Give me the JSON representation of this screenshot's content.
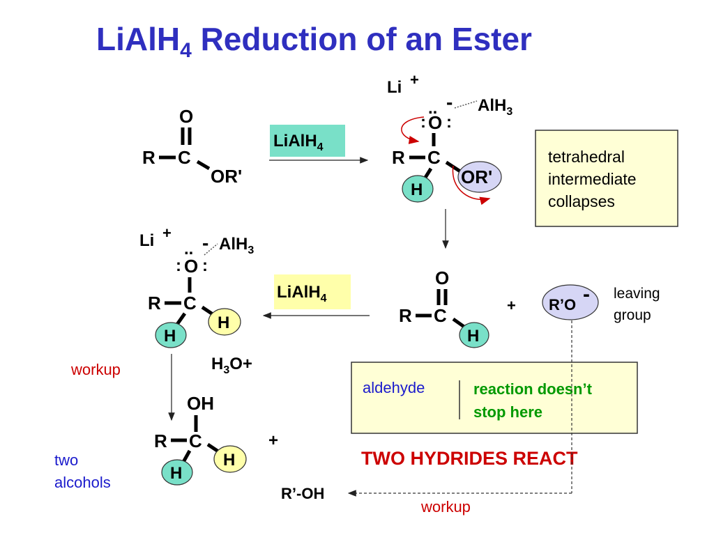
{
  "title": {
    "main": "LiAlH",
    "sub": "4",
    "rest": " Reduction of an Ester"
  },
  "reagent": {
    "main": "LiAlH",
    "sub": "4"
  },
  "atoms": {
    "R": "R",
    "C": "C",
    "O": "O",
    "OR": "OR'",
    "H": "H",
    "OH": "OH",
    "lone_pair": "..",
    "colon": ":",
    "minus": "-",
    "plus": "+"
  },
  "counterion": {
    "li": "Li",
    "alh": "AlH",
    "alh_sub": "3"
  },
  "box1": {
    "lines": [
      "tetrahedral",
      "intermediate",
      "collapses"
    ]
  },
  "leaving": {
    "ion": "R’O",
    "charge": "-",
    "label_lines": [
      "leaving",
      "group"
    ]
  },
  "box2": {
    "left": "aldehyde",
    "right_lines": [
      "reaction doesn’t",
      "stop here"
    ]
  },
  "two_hydrides": "TWO HYDRIDES REACT",
  "workup": "workup",
  "h3o": {
    "h": "H",
    "sub": "3",
    "rest": "O+"
  },
  "two_alcohols": [
    "two",
    "alcohols"
  ],
  "roh": "R’-OH",
  "colors": {
    "title": "#2f2fbf",
    "red": "#cc0000",
    "blue": "#1a1acc",
    "green": "#009900",
    "teal": "#79e0c8",
    "lavender": "#d6d6f5",
    "yellow": "#ffffaa",
    "box": "#ffffd6"
  }
}
